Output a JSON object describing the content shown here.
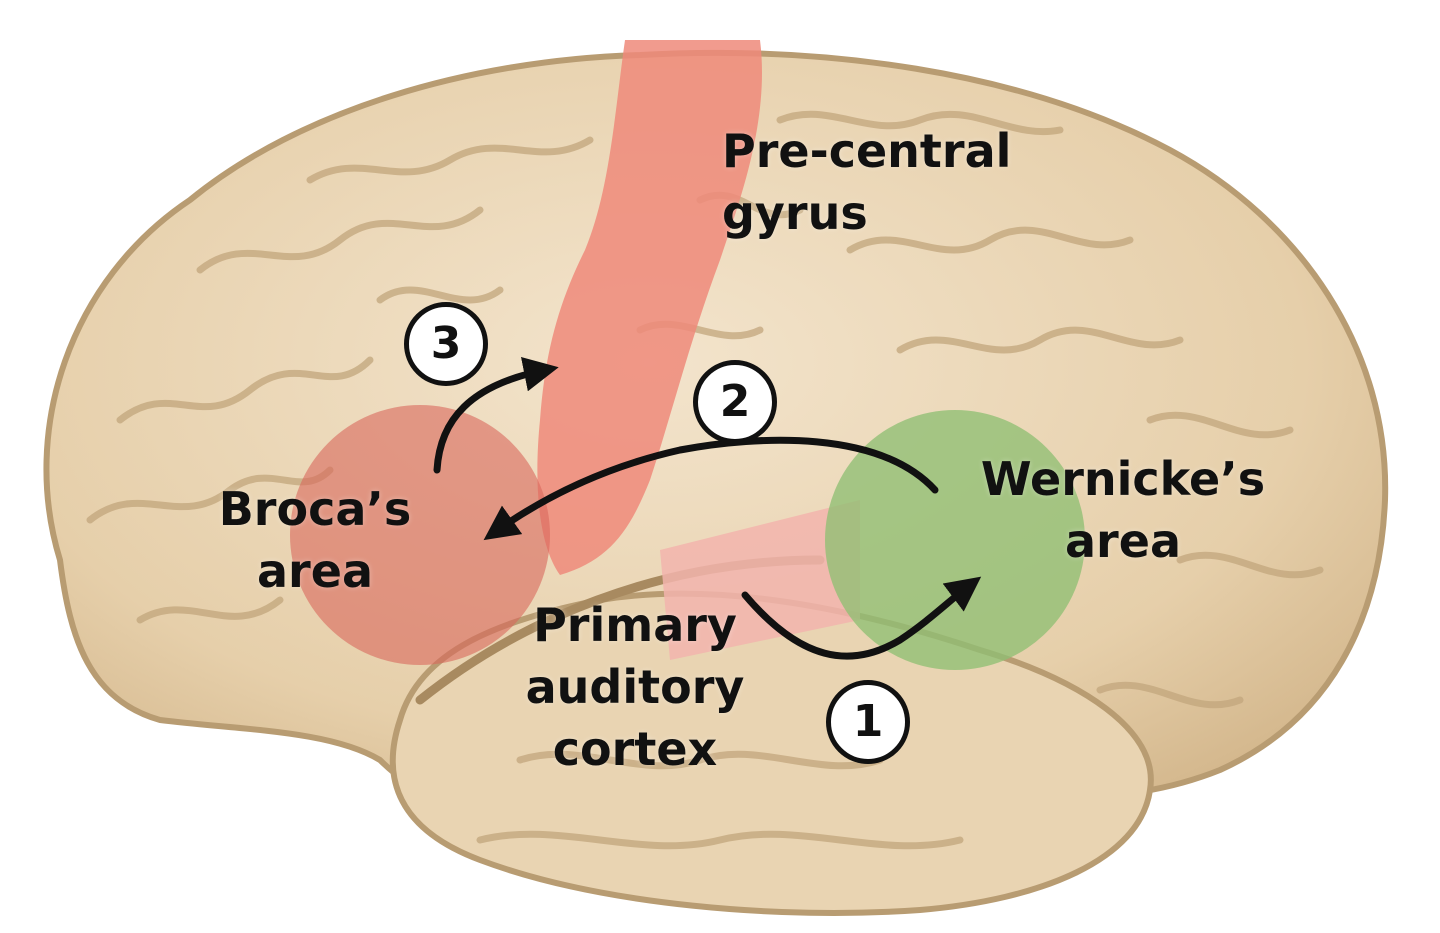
{
  "labels": {
    "precentral": {
      "line1": "Pre-central",
      "line2": "gyrus"
    },
    "broca": {
      "line1": "Broca’s",
      "line2": "area"
    },
    "wernicke": {
      "line1": "Wernicke’s",
      "line2": "area"
    },
    "auditory": {
      "line1": "Primary",
      "line2": "auditory",
      "line3": "cortex"
    }
  },
  "steps": {
    "one": "1",
    "two": "2",
    "three": "3"
  },
  "colors": {
    "brain_base": "#ecd9bc",
    "brain_shade": "#d8bf98",
    "sulcus": "#b89c72",
    "precentral_highlight": "#ef8a7a",
    "broca_highlight": "#d9675b",
    "auditory_highlight": "#f2b4ad",
    "wernicke_highlight": "#8fbf73",
    "arrow": "#111111"
  }
}
